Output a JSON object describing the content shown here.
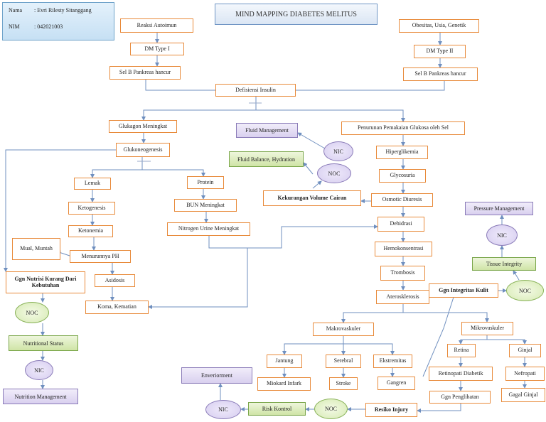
{
  "info": {
    "nama_label": "Nama",
    "nama_value": ": Evri Rilesty Sitanggang",
    "nim_label": "NIM",
    "nim_value": ": 042021003"
  },
  "title": "MIND MAPPING DIABETES MELITUS",
  "nodes": {
    "reaksi_autoimun": "Reaksi Autoimun",
    "dm_type_1": "DM Type I",
    "sel_b_1": "Sel B Pankreas hancur",
    "obesitas": "Obesitas, Usia, Genetik",
    "dm_type_2": "DM Type II",
    "sel_b_2": "Sel B Pankreas hancur",
    "defisiensi": "Defisiensi Insulin",
    "glukagon": "Glukagon Meningkat",
    "glukoneogenesis": "Glukoneogenesis",
    "penurunan": "Penurunan Pemakaian Glukosa oleh Sel",
    "lemak": "Lemak",
    "ketogenesis": "Ketogenesis",
    "ketonemia": "Ketonemia",
    "menurunnya_ph": "Menurunnya PH",
    "asidosis": "Asidosis",
    "koma": "Koma, Kematian",
    "mual": "Mual, Muntah",
    "ggn_nutrisi": "Ggn Nutrisi Kurang Dari Kebutuhan",
    "protein": "Protein",
    "bun": "BUN Meningkat",
    "nitrogen": "Nitrogen Urine Meningkat",
    "hiperglikemia": "Hiperglikemia",
    "glycosuria": "Glycosuria",
    "osmotic": "Osmotic Diuresis",
    "kekurangan": "Kekurangan Volume Cairan",
    "dehidrasi": "Dehidrasi",
    "hemokonsentrasi": "Hemokonsentrasi",
    "trombosis": "Trombosis",
    "aterosklerosis": "Aterosklerosis",
    "ggn_integritas": "Ggn Integritas Kulit",
    "makrovaskuler": "Makrovaskuler",
    "mikrovaskuler": "Mikrovaskuler",
    "jantung": "Jantung",
    "serebral": "Serebral",
    "ekstremitas": "Ekstremitas",
    "miokard": "Miokard Infark",
    "stroke": "Stroke",
    "gangren": "Gangren",
    "retina": "Retina",
    "ginjal": "Ginjal",
    "retinopati": "Retinopati Diabetik",
    "nefropati": "Nefropati",
    "ggn_penglihatan": "Ggn Penglihatan",
    "gagal_ginjal": "Gagal Ginjal",
    "resiko_injury": "Resiko Injury"
  },
  "nanda": {
    "fluid_management": "Fluid Management",
    "fluid_balance": "Fluid Balance, Hydration",
    "nutritional_status": "Nutritional Status",
    "nutrition_management": "Nutrition Management",
    "pressure_management": "Pressure Management",
    "tissue_integrity": "Tissue Integrity",
    "environment": "Enveriorment",
    "risk_kontrol": "Risk Kontrol"
  },
  "labels": {
    "nic": "NIC",
    "noc": "NOC"
  }
}
